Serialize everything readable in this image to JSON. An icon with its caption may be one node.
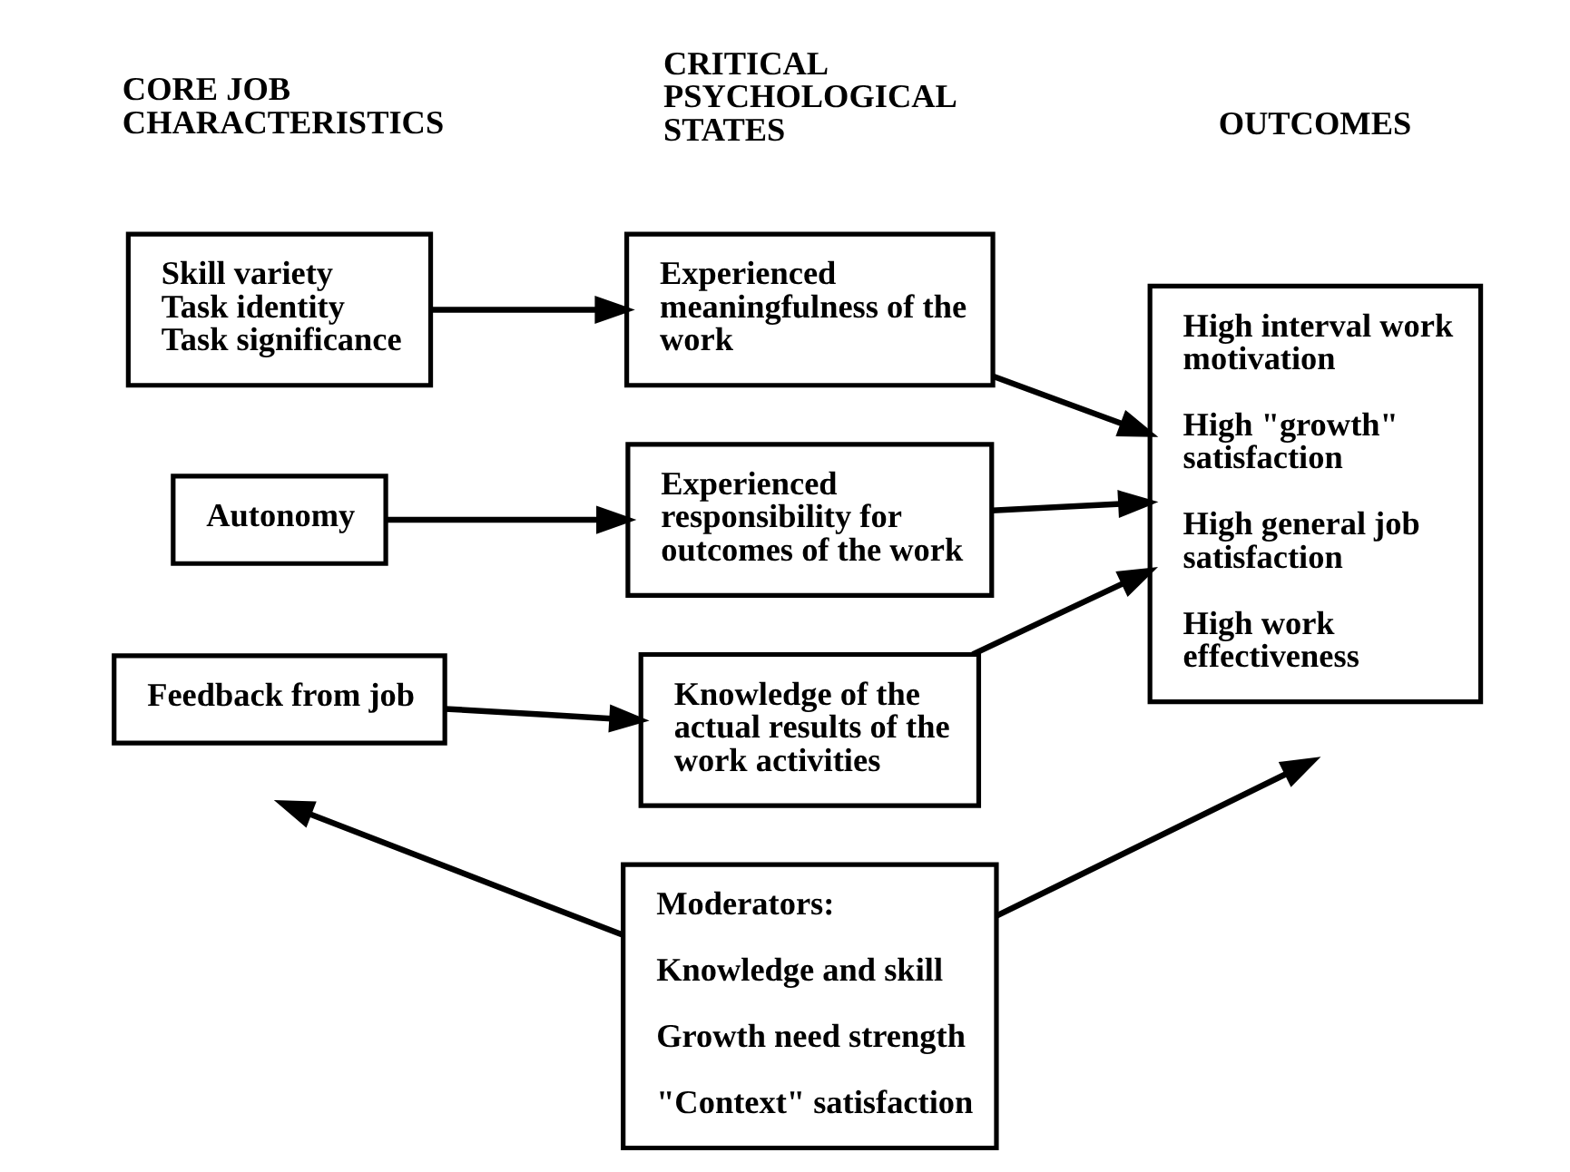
{
  "diagram": {
    "nodes": [
      {
        "text": [
          "Skill variety",
          "Task identity",
          "Task significance"
        ]
      },
      {
        "text": [
          "Autonomy"
        ]
      },
      {
        "text": [
          "Feedback from job"
        ]
      },
      {
        "text": [
          "Experienced meaningfulness of the work"
        ]
      },
      {
        "text": [
          "Experienced responsibility for outcomes of the work"
        ]
      },
      {
        "text": [
          "Knowledge of the actual results of the work activities"
        ]
      },
      {
        "text": [
          "High interval work motivation",
          "High \"growth\" satisfaction",
          "High general job satisfaction",
          "High work effectiveness"
        ]
      },
      {
        "text": [
          "Moderators:",
          "Knowledge and skill",
          "Growth need strength",
          "\"Context\" satisfaction"
        ]
      }
    ],
    "edges": [
      {
        "from": 0,
        "to": 3,
        "arrow": "to"
      },
      {
        "from": 3,
        "to": 6,
        "arrow": "to"
      },
      {
        "from": 1,
        "to": 4,
        "arrow": "to"
      },
      {
        "from": 4,
        "to": 6,
        "arrow": "to"
      },
      {
        "from": 2,
        "to": 5,
        "arrow": "to"
      },
      {
        "from": 5,
        "to": 6,
        "arrow": "to"
      },
      {
        "from": 7,
        "to": null,
        "arrow": "to"
      },
      {
        "from": 7,
        "to": null,
        "arrow": "to"
      }
    ],
    "labels": [
      "CORE JOB CHARACTERISTICS",
      "CRITICAL PSYCHOLOGICAL STATES",
      "OUTCOMES"
    ]
  }
}
